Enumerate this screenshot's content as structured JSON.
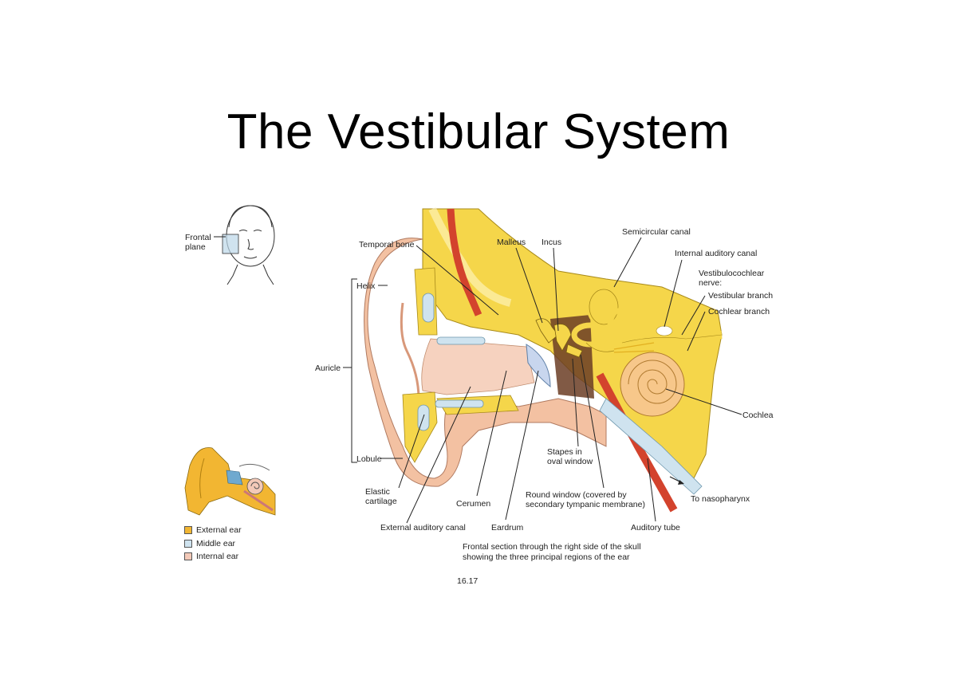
{
  "title": "The Vestibular System",
  "figure": {
    "inset_head_label": [
      "Frontal",
      "plane"
    ],
    "labels": {
      "temporal_bone": "Temporal bone",
      "malleus": "Malleus",
      "incus": "Incus",
      "semicircular_canal": "Semicircular canal",
      "internal_auditory_canal": "Internal auditory canal",
      "vestibulocochlear_nerve": [
        "Vestibulocochlear",
        "nerve:"
      ],
      "vestibular_branch": "Vestibular branch",
      "cochlear_branch": "Cochlear branch",
      "helix": "Helix",
      "auricle": "Auricle",
      "lobule": "Lobule",
      "cochlea": "Cochlea",
      "stapes": [
        "Stapes in",
        "oval window"
      ],
      "round_window": [
        "Round window (covered by",
        "secondary tympanic membrane)"
      ],
      "to_nasopharynx": "To nasopharynx",
      "elastic_cartilage": [
        "Elastic",
        "cartilage"
      ],
      "cerumen": "Cerumen",
      "external_auditory_canal": "External auditory canal",
      "eardrum": "Eardrum",
      "auditory_tube": "Auditory tube"
    },
    "legend": [
      {
        "label": "External ear",
        "color": "#f2b632"
      },
      {
        "label": "Middle ear",
        "color": "#cfe3ef"
      },
      {
        "label": "Internal ear",
        "color": "#f3c9b8"
      }
    ],
    "caption": [
      "Frontal section through the right side of the skull",
      "showing the three principal regions of the ear"
    ],
    "figure_number": "16.17"
  }
}
